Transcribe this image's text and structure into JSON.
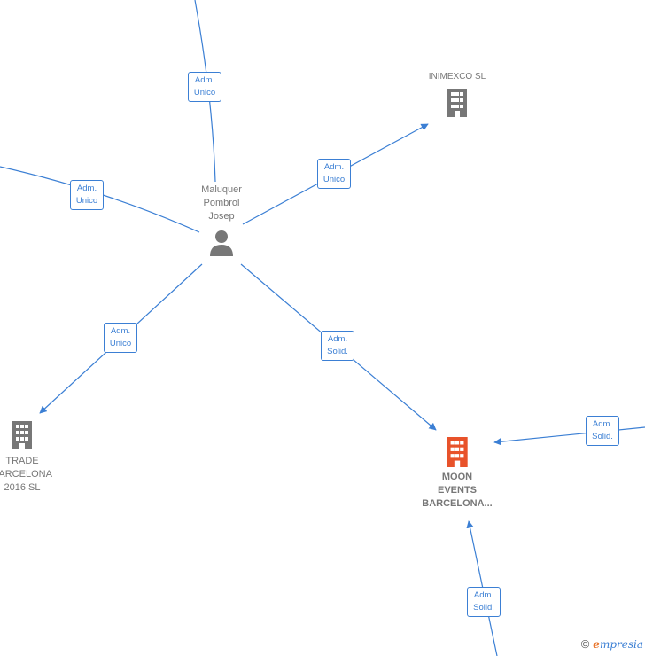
{
  "nodes": {
    "person": {
      "name_lines": [
        "Maluquer",
        "Pombrol",
        "Josep"
      ]
    },
    "inimexco": {
      "name_lines": [
        "INIMEXCO SL"
      ]
    },
    "trade": {
      "name_lines": [
        "TRADE",
        "BARCELONA",
        "2016 SL"
      ]
    },
    "moon": {
      "name_lines": [
        "MOON",
        "EVENTS",
        "BARCELONA..."
      ]
    }
  },
  "edges": [
    {
      "label": [
        "Adm.",
        "Unico"
      ]
    },
    {
      "label": [
        "Adm.",
        "Unico"
      ]
    },
    {
      "label": [
        "Adm.",
        "Unico"
      ]
    },
    {
      "label": [
        "Adm.",
        "Unico"
      ]
    },
    {
      "label": [
        "Adm.",
        "Solid."
      ]
    },
    {
      "label": [
        "Adm.",
        "Solid."
      ]
    },
    {
      "label": [
        "Adm.",
        "Solid."
      ]
    }
  ],
  "colors": {
    "edge": "#3b7fd4",
    "company": "#777777",
    "focus_company": "#e8522a",
    "person": "#777777"
  },
  "brand": {
    "copyright": "©",
    "initial": "e",
    "rest": "mpresia"
  }
}
